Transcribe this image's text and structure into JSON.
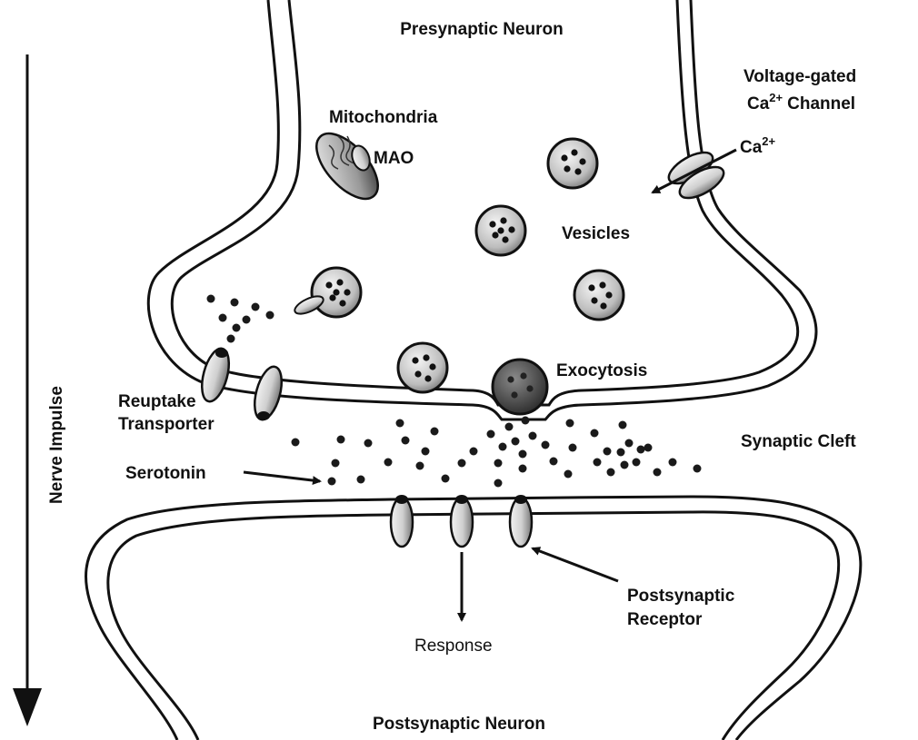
{
  "labels": {
    "presynaptic": "Presynaptic Neuron",
    "postsynaptic": "Postsynaptic Neuron",
    "mitochondria": "Mitochondria",
    "mao": "MAO",
    "vesicles": "Vesicles",
    "exocytosis": "Exocytosis",
    "voltage_gated_line1": "Voltage-gated",
    "ca": "Ca",
    "two_plus": "2+",
    "channel": "Channel",
    "reuptake_line1": "Reuptake",
    "reuptake_line2": "Transporter",
    "synaptic_cleft": "Synaptic Cleft",
    "serotonin": "Serotonin",
    "postsyn_receptor_line1": "Postsynaptic",
    "postsyn_receptor_line2": "Receptor",
    "response": "Response",
    "nerve_impulse": "Nerve Impulse"
  },
  "colors": {
    "line": "#111111",
    "dot": "#1a1a1a",
    "vesicle_fill": "#d0d0d0",
    "exocytosis_fill": "#555555"
  }
}
